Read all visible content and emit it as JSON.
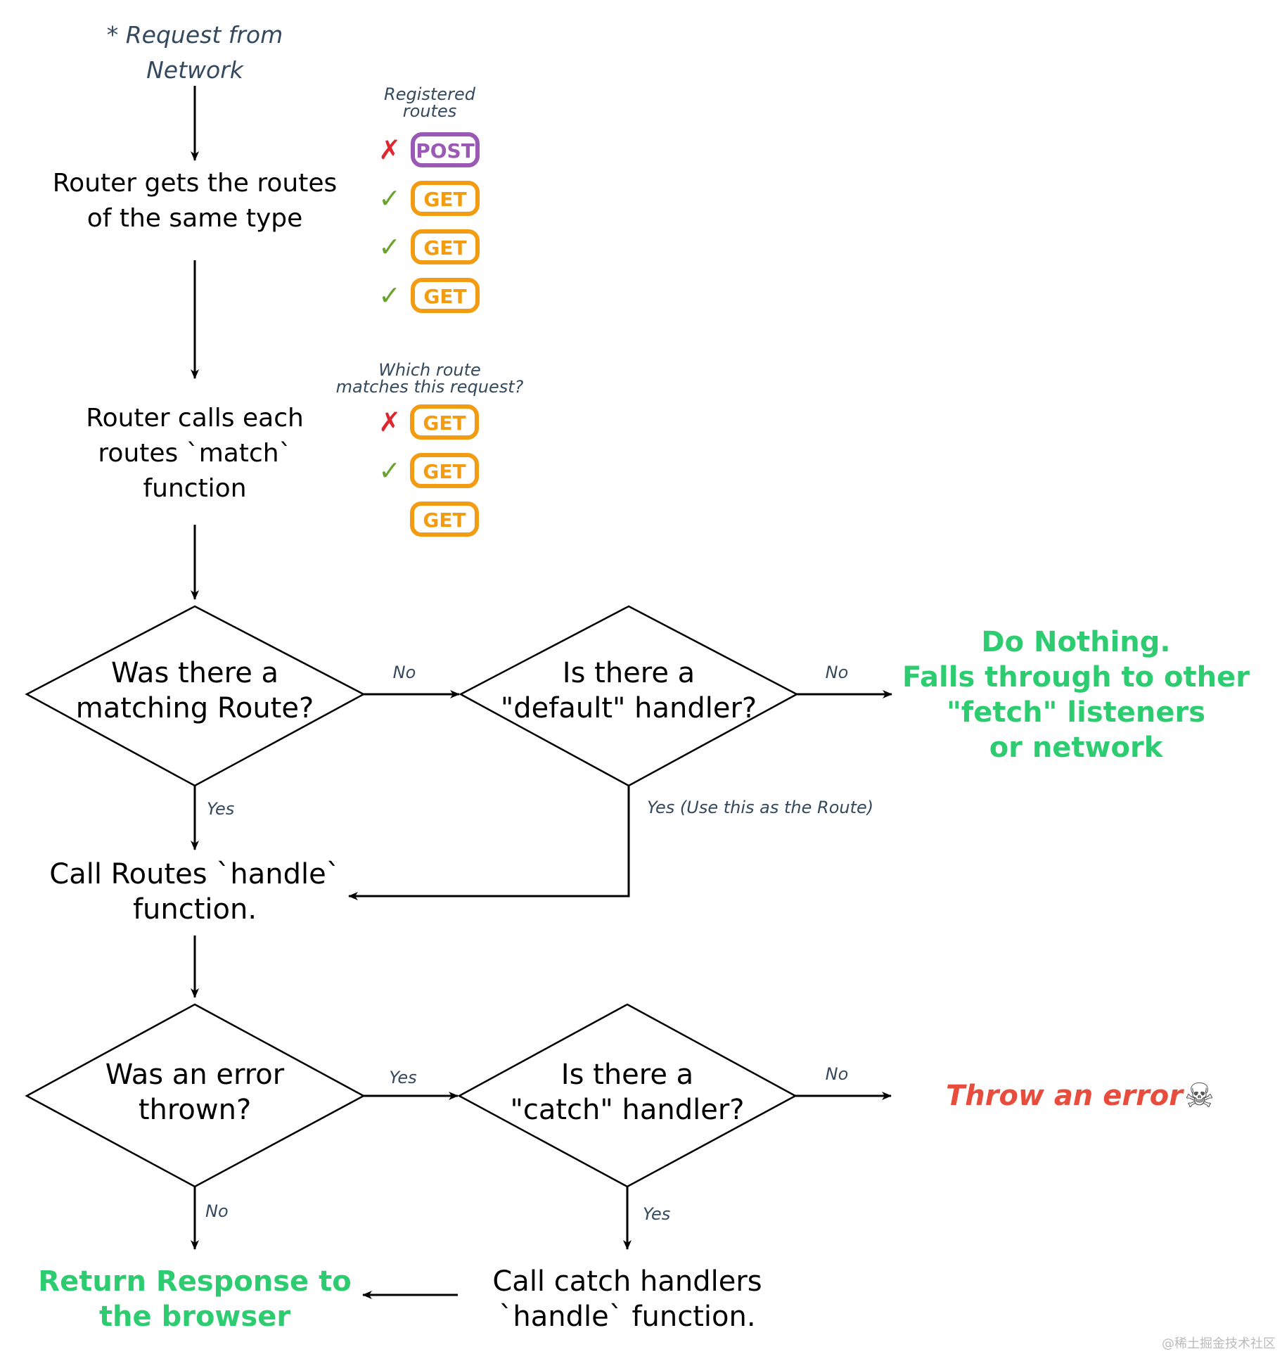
{
  "start": {
    "line1": "* Request from",
    "line2": "Network"
  },
  "steps": {
    "get_routes": {
      "line1": "Router gets the routes",
      "line2": "of the same type"
    },
    "call_match": {
      "line1": "Router calls each",
      "line2": "routes `match`",
      "line3": "function"
    },
    "call_handle": {
      "line1": "Call Routes `handle`",
      "line2": "function."
    },
    "call_catch": {
      "line1": "Call catch handlers",
      "line2": "`handle` function."
    }
  },
  "registered": {
    "caption1": "Registered",
    "caption2": "routes",
    "routes": [
      {
        "method": "POST",
        "status": "rejected"
      },
      {
        "method": "GET",
        "status": "accepted"
      },
      {
        "method": "GET",
        "status": "accepted"
      },
      {
        "method": "GET",
        "status": "accepted"
      }
    ]
  },
  "matching": {
    "caption1": "Which route",
    "caption2": "matches this request?",
    "routes": [
      {
        "method": "GET",
        "status": "rejected"
      },
      {
        "method": "GET",
        "status": "accepted"
      },
      {
        "method": "GET",
        "status": "none"
      }
    ]
  },
  "decisions": {
    "matching_route": {
      "line1": "Was there a",
      "line2": "matching Route?"
    },
    "default_handler": {
      "line1": "Is there a",
      "line2": "\"default\" handler?"
    },
    "error_thrown": {
      "line1": "Was an error",
      "line2": "thrown?"
    },
    "catch_handler": {
      "line1": "Is there a",
      "line2": "\"catch\" handler?"
    }
  },
  "edges": {
    "matching_no": "No",
    "matching_yes": "Yes",
    "default_no": "No",
    "default_yes": "Yes (Use this as the Route)",
    "error_yes": "Yes",
    "error_no": "No",
    "catch_no": "No",
    "catch_yes": "Yes"
  },
  "outcomes": {
    "do_nothing": {
      "line1": "Do Nothing.",
      "line2": "Falls through to other",
      "line3": "\"fetch\" listeners",
      "line4": "or network"
    },
    "throw_error": {
      "text": "Throw an error",
      "icon": "skull-crossbones-icon"
    },
    "return_response": {
      "line1": "Return Response to",
      "line2": "the browser"
    }
  },
  "marks": {
    "rejected": "✗",
    "accepted": "✓"
  },
  "colors": {
    "get": "#f39c12",
    "post": "#9b59b6",
    "green": "#2ecc71",
    "red": "#e74c3c",
    "caption": "#34495e",
    "reject": "#e0262f",
    "accept": "#6aa42f"
  },
  "watermark": "@稀土掘金技术社区"
}
